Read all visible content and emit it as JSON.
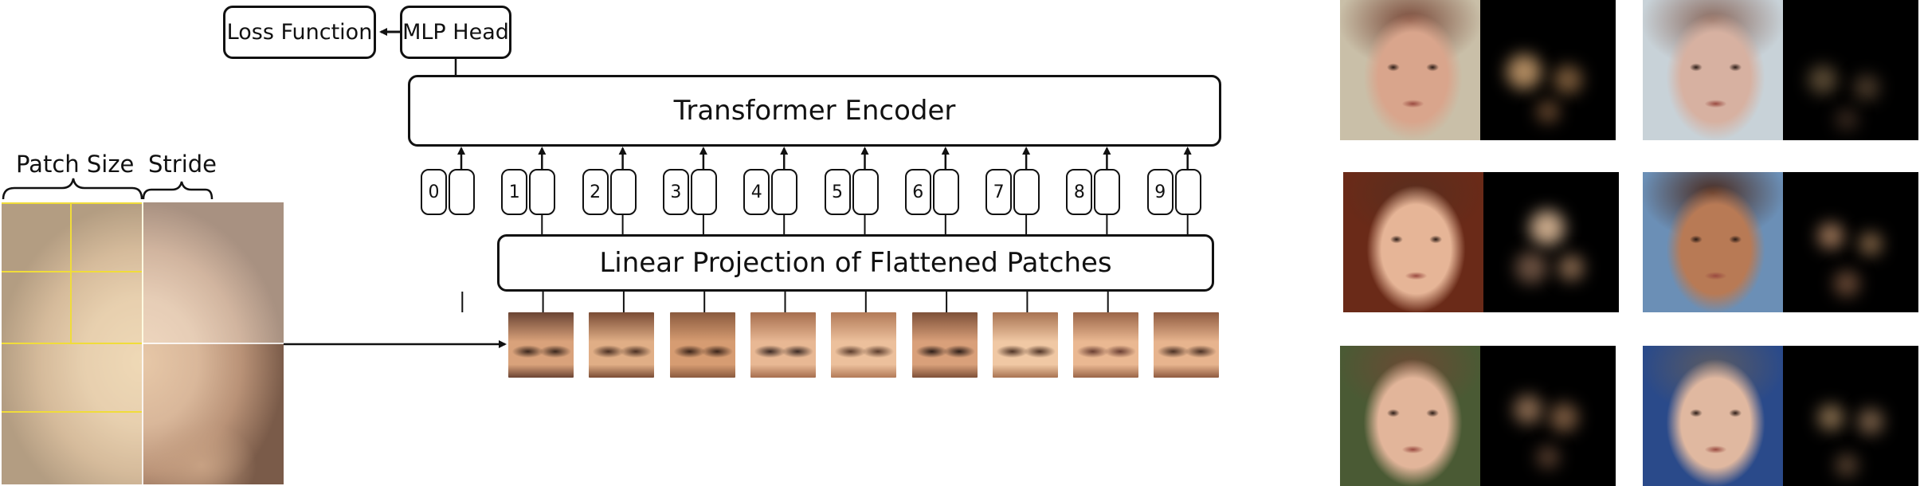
{
  "labels": {
    "loss_function": "Loss Function",
    "mlp_head": "MLP Head",
    "transformer_encoder": "Transformer Encoder",
    "linear_projection": "Linear Projection of Flattened Patches",
    "patch_size": "Patch Size",
    "stride": "Stride"
  },
  "tokens": [
    "0",
    "1",
    "2",
    "3",
    "4",
    "5",
    "6",
    "7",
    "8",
    "9"
  ],
  "colors": {
    "stroke": "#111111",
    "grid_highlight": "#f0dc3a",
    "heatmap_bg": "#000000"
  },
  "patches": [
    {
      "name": "patch-1"
    },
    {
      "name": "patch-2"
    },
    {
      "name": "patch-3"
    },
    {
      "name": "patch-4"
    },
    {
      "name": "patch-5"
    },
    {
      "name": "patch-6"
    },
    {
      "name": "patch-7"
    },
    {
      "name": "patch-8"
    },
    {
      "name": "patch-9"
    }
  ],
  "examples": [
    {
      "name": "example-1"
    },
    {
      "name": "example-2"
    },
    {
      "name": "example-3"
    },
    {
      "name": "example-4"
    },
    {
      "name": "example-5"
    },
    {
      "name": "example-6"
    }
  ]
}
